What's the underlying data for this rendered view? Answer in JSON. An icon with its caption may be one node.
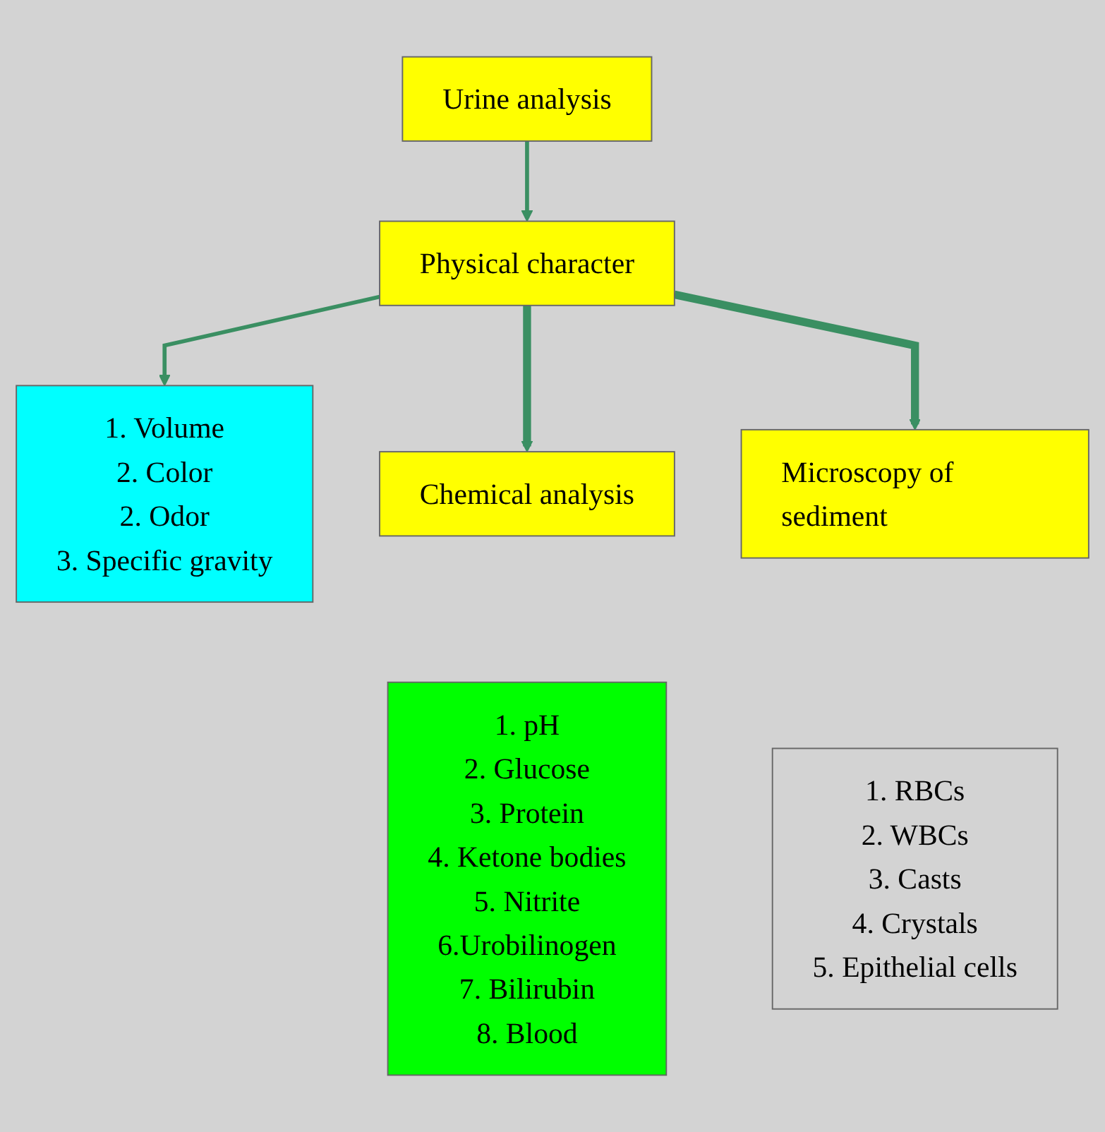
{
  "diagram": {
    "nodes": [
      {
        "text": [
          "Urine analysis"
        ]
      },
      {
        "text": [
          "Physical character"
        ]
      },
      {
        "text": [
          "1. Volume",
          "2. Color",
          "2. Odor",
          "3. Specific gravity"
        ]
      },
      {
        "text": [
          "Chemical analysis"
        ]
      },
      {
        "text": [
          "1. pH",
          "2. Glucose",
          "3. Protein",
          "4. Ketone bodies",
          "5. Nitrite",
          "6.Urobilinogen",
          "7. Bilirubin",
          "8. Blood"
        ]
      },
      {
        "text": [
          "Microscopy of sediment"
        ]
      },
      {
        "text": [
          "1. RBCs",
          "2. WBCs",
          "3. Casts",
          "4. Crystals",
          "5. Epithelial cells"
        ]
      }
    ],
    "edges": [
      {
        "from": 0,
        "to": 1,
        "arrow": "to"
      },
      {
        "from": 1,
        "to": 2,
        "arrow": "to"
      },
      {
        "from": 1,
        "to": 3,
        "arrow": "to",
        "style": "thick"
      },
      {
        "from": 1,
        "to": 5,
        "arrow": "to",
        "style": "thick"
      }
    ]
  }
}
